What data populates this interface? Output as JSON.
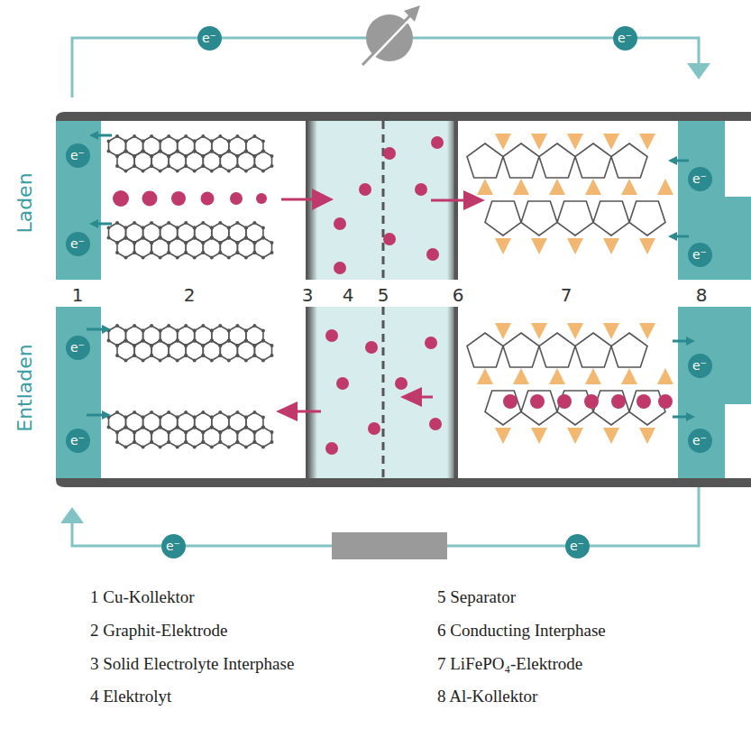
{
  "diagram": {
    "nodes": [
      {
        "text": [
          "e⁻"
        ]
      },
      {
        "text": [
          "e⁻"
        ]
      },
      {
        "text": [
          "e⁻"
        ]
      },
      {
        "text": [
          "e⁻"
        ]
      },
      {
        "text": [
          "e⁻"
        ]
      },
      {
        "text": [
          "e⁻"
        ]
      },
      {
        "text": [
          "e⁻"
        ]
      },
      {
        "text": [
          "e⁻"
        ]
      },
      {
        "text": [
          "e⁻"
        ]
      },
      {
        "text": [
          "e⁻"
        ]
      },
      {
        "text": [
          "e⁻"
        ]
      },
      {
        "text": [
          "e⁻"
        ]
      }
    ],
    "labels": [
      "Laden",
      "Entladen",
      "1",
      "2",
      "3",
      "4",
      "5",
      "6",
      "7",
      "8",
      "1 Cu-Kollektor",
      "2 Graphit-Elektrode",
      "3 Solid Electrolyte Interphase",
      "4 Elektrolyt",
      "5 Separator",
      "6 Conducting Interphase",
      "7 LiFePO₄-Elektrode",
      "8 Al-Kollektor"
    ]
  }
}
